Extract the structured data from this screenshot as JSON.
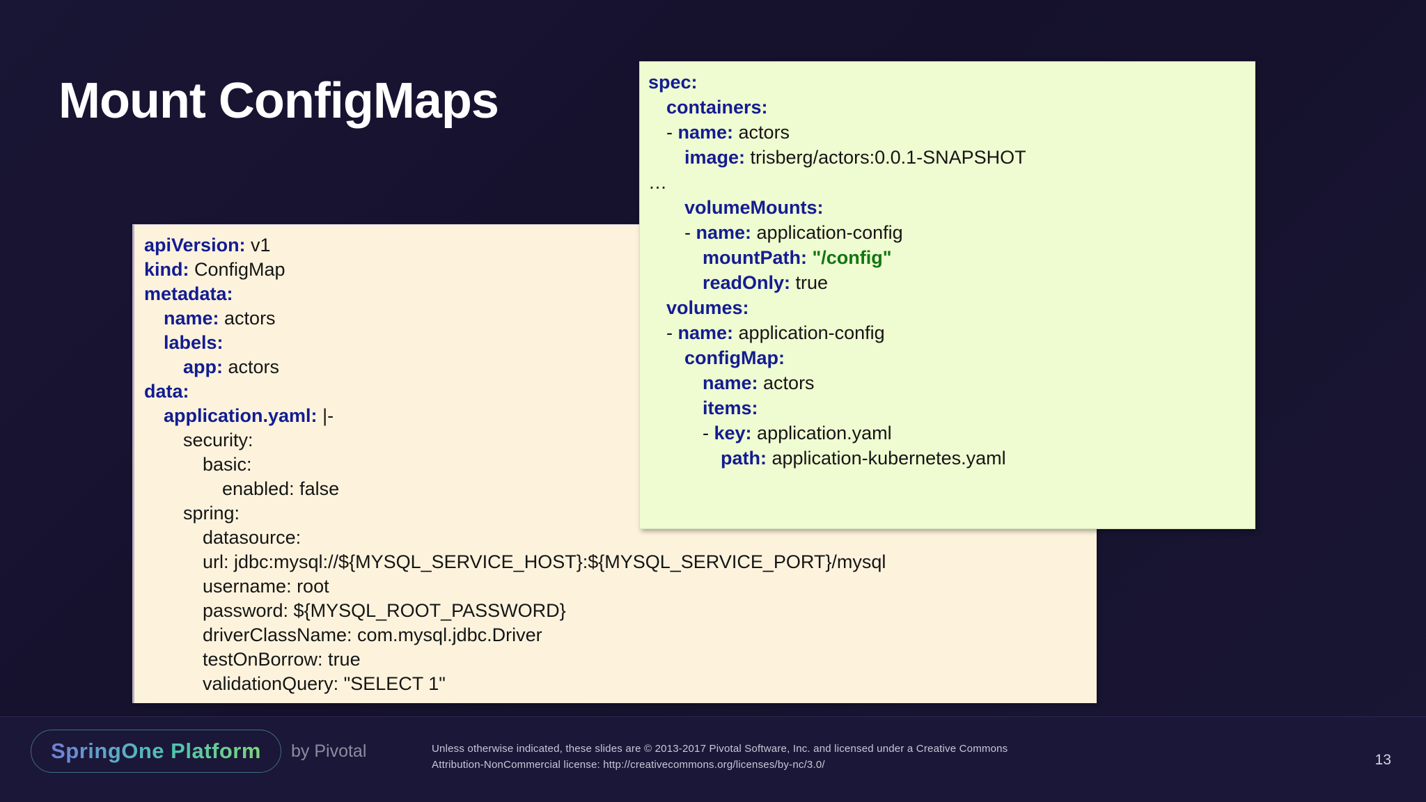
{
  "slide": {
    "title": "Mount ConfigMaps",
    "page_number": "13",
    "background_color": "#161230"
  },
  "configmap_panel": {
    "name": "configmap-yaml",
    "background_color": "#fdf3dd",
    "lines": [
      {
        "indent": 0,
        "key": "apiVersion:",
        "value": " v1"
      },
      {
        "indent": 0,
        "key": "kind:",
        "value": " ConfigMap"
      },
      {
        "indent": 0,
        "key": "metadata:",
        "value": ""
      },
      {
        "indent": 1,
        "key": "name:",
        "value": " actors"
      },
      {
        "indent": 1,
        "key": "labels:",
        "value": ""
      },
      {
        "indent": 2,
        "key": "app:",
        "value": " actors"
      },
      {
        "indent": 0,
        "key": "data:",
        "value": ""
      },
      {
        "indent": 1,
        "key": "application.yaml:",
        "value": " |-"
      },
      {
        "indent": 2,
        "key": "",
        "value": "security:"
      },
      {
        "indent": 3,
        "key": "",
        "value": "basic:"
      },
      {
        "indent": 4,
        "key": "",
        "value": "enabled: false"
      },
      {
        "indent": 2,
        "key": "",
        "value": "spring:"
      },
      {
        "indent": 3,
        "key": "",
        "value": "datasource:"
      },
      {
        "indent": 3,
        "key": "",
        "value": "url: jdbc:mysql://${MYSQL_SERVICE_HOST}:${MYSQL_SERVICE_PORT}/mysql"
      },
      {
        "indent": 3,
        "key": "",
        "value": "username: root"
      },
      {
        "indent": 3,
        "key": "",
        "value": "password: ${MYSQL_ROOT_PASSWORD}"
      },
      {
        "indent": 3,
        "key": "",
        "value": "driverClassName: com.mysql.jdbc.Driver"
      },
      {
        "indent": 3,
        "key": "",
        "value": "testOnBorrow: true"
      },
      {
        "indent": 3,
        "key": "",
        "value": "validationQuery: \"SELECT 1\""
      }
    ]
  },
  "deployment_panel": {
    "name": "deployment-spec-yaml",
    "background_color": "#effbd1",
    "lines": [
      {
        "indent": 0,
        "bullet": "",
        "key": "spec:",
        "value": ""
      },
      {
        "indent": 1,
        "bullet": "",
        "key": "containers:",
        "value": ""
      },
      {
        "indent": 1,
        "bullet": "- ",
        "key": "name:",
        "value": " actors"
      },
      {
        "indent": 2,
        "bullet": "",
        "key": "image:",
        "value": " trisberg/actors:0.0.1-SNAPSHOT"
      },
      {
        "indent": 0,
        "bullet": "",
        "key": "",
        "value": "…"
      },
      {
        "indent": 2,
        "bullet": "",
        "key": "volumeMounts:",
        "value": ""
      },
      {
        "indent": 2,
        "bullet": "- ",
        "key": "name:",
        "value": " application-config"
      },
      {
        "indent": 3,
        "bullet": "",
        "key": "mountPath:",
        "value": "",
        "highlight": " \"/config\""
      },
      {
        "indent": 3,
        "bullet": "",
        "key": "readOnly:",
        "value": " true"
      },
      {
        "indent": 1,
        "bullet": "",
        "key": "volumes:",
        "value": ""
      },
      {
        "indent": 1,
        "bullet": "- ",
        "key": "name:",
        "value": " application-config"
      },
      {
        "indent": 2,
        "bullet": "",
        "key": "configMap:",
        "value": ""
      },
      {
        "indent": 3,
        "bullet": "",
        "key": "name:",
        "value": " actors"
      },
      {
        "indent": 3,
        "bullet": "",
        "key": "items:",
        "value": ""
      },
      {
        "indent": 3,
        "bullet": "- ",
        "key": "key:",
        "value": " application.yaml"
      },
      {
        "indent": 4,
        "bullet": "",
        "key": "path:",
        "value": " application-kubernetes.yaml"
      }
    ]
  },
  "footer": {
    "logo_text": "SpringOne Platform",
    "logo_suffix": "by Pivotal",
    "copyright_line_1": "Unless otherwise indicated, these slides are © 2013-2017 Pivotal Software, Inc. and licensed under a Creative Commons",
    "copyright_line_2": "Attribution-NonCommercial license: http://creativecommons.org/licenses/by-nc/3.0/"
  },
  "colors": {
    "key_blue": "#131c91",
    "highlight_green": "#117711",
    "cream": "#fdf3dd",
    "pale_green": "#effbd1",
    "slide_bg": "#161230"
  }
}
